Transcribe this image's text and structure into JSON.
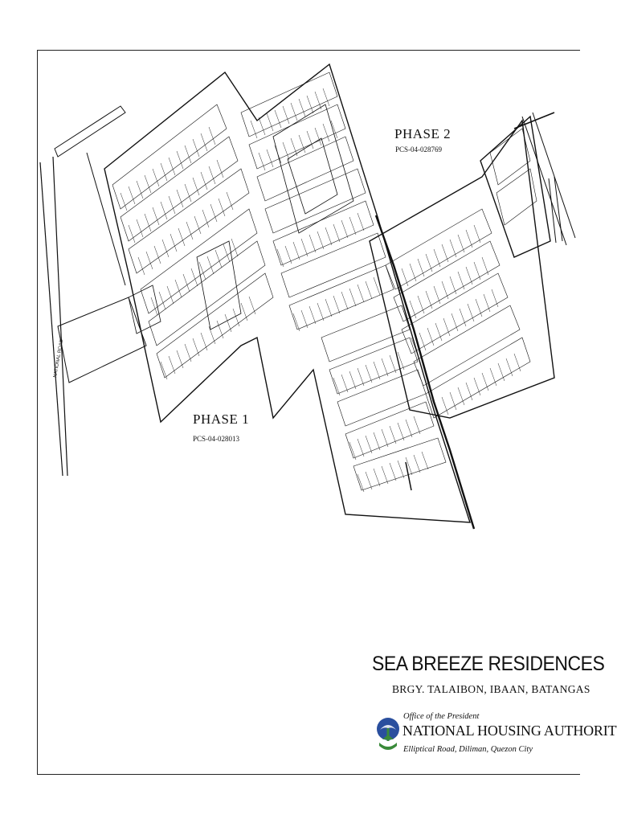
{
  "map": {
    "phases": [
      {
        "title": "PHASE 2",
        "code": "PCS-04-028769"
      },
      {
        "title": "PHASE 1",
        "code": "PCS-04-028013"
      }
    ],
    "road_labels": {
      "national_road": "NATIONAL ROAD"
    }
  },
  "title_block": {
    "project_name": "SEA BREEZE RESIDENCES",
    "location": "BRGY. TALAIBON, IBAAN, BATANGAS",
    "office": "Office of the President",
    "agency": "NATIONAL HOUSING AUTHORITY",
    "address": "Elliptical Road, Diliman, Quezon City"
  },
  "colors": {
    "line": "#111111",
    "logo_blue": "#2a4f9e",
    "logo_green": "#3a8a3a"
  }
}
